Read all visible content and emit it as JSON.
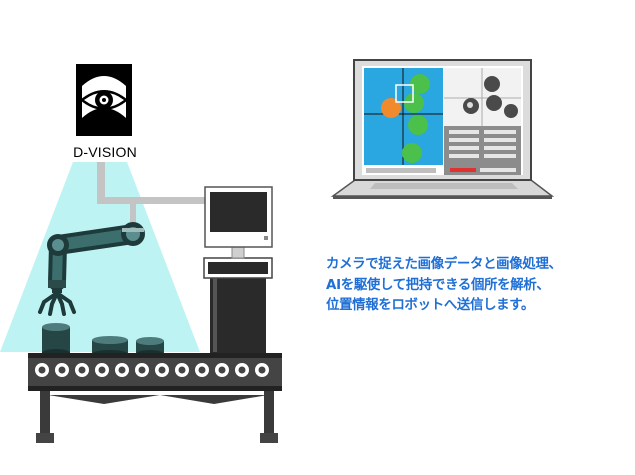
{
  "logo": {
    "icon": "eye-icon",
    "label": "D-VISION"
  },
  "caption": {
    "lines": [
      "カメラで捉えた画像データと画像処理、",
      "AIを駆使して把持できる個所を解析、",
      "位置情報をロボットへ送信します。"
    ]
  },
  "colors": {
    "caption_text": "#1f6fd6",
    "camera_light": "#b9f2f2",
    "screen_left_panel": "#2aa6e0",
    "screen_right_panel": "#f2f2f2",
    "highlight_part": "#f08a2c",
    "detected_part": "#4bc04b",
    "selection_box": "#ffffff",
    "status_bar": "#e03030",
    "conveyor_frame": "#333333"
  }
}
